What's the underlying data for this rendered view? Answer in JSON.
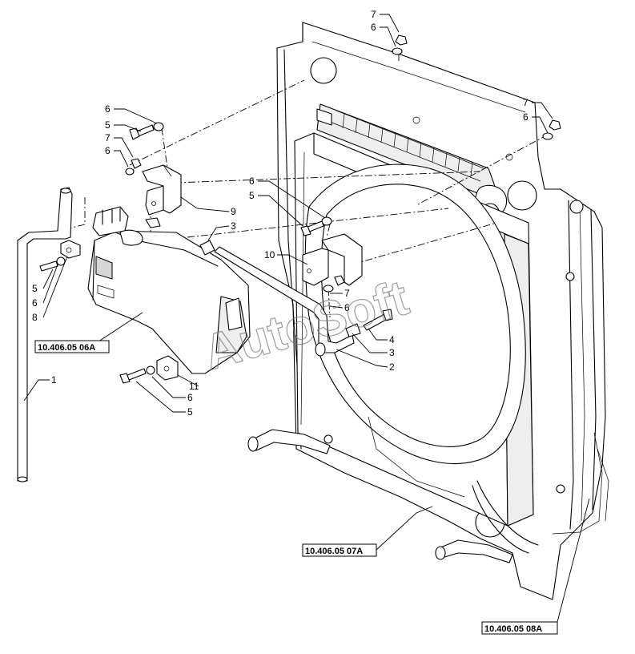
{
  "watermark": "AutoSoft",
  "callouts": {
    "c7a": "7",
    "c6a": "6",
    "c7b": "7",
    "c6b": "6",
    "c6c": "6",
    "c5c": "5",
    "c7c": "7",
    "c6d": "6",
    "c9": "9",
    "c3a": "3",
    "c6e": "6",
    "c5e": "5",
    "c10": "10",
    "c7f": "7",
    "c6f": "6",
    "c4": "4",
    "c3b": "3",
    "c2": "2",
    "c5g": "5",
    "c6g": "6",
    "c8": "8",
    "c11": "11",
    "c6h": "6",
    "c5h": "5",
    "c1": "1"
  },
  "references": {
    "ref_06a": "10.406.05 06A",
    "ref_07a": "10.406.05 07A",
    "ref_08a": "10.406.05 08A"
  }
}
